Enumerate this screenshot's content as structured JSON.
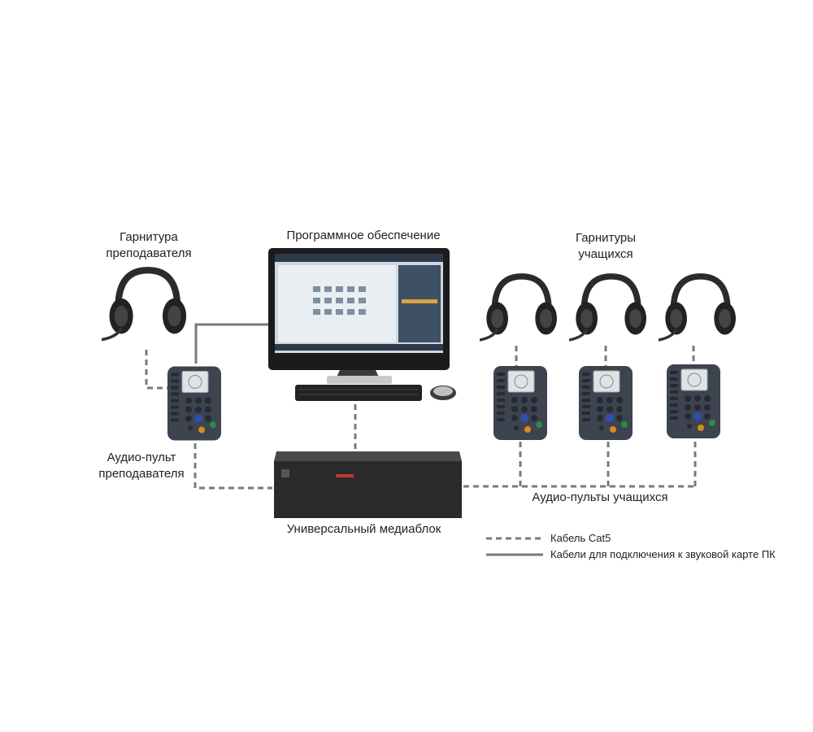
{
  "labels": {
    "teacher_headset": [
      "Гарнитура",
      "преподавателя"
    ],
    "software": "Программное обеспечение",
    "student_headsets": [
      "Гарнитуры",
      "учащихся"
    ],
    "teacher_console": [
      "Аудио-пульт",
      "преподавателя"
    ],
    "media_unit": "Универсальный медиаблок",
    "student_consoles": "Аудио-пульты учащихся"
  },
  "legend": {
    "cat5": "Кабель Cat5",
    "pc_cables": "Кабели для подключения к звуковой карте ПК"
  },
  "colors": {
    "cable": "#7a7a7a",
    "device_body": "#3d4450",
    "monitor_frame": "#1b1b1b",
    "media_unit": "#2a2a2a",
    "accent_red": "#c0392b"
  }
}
